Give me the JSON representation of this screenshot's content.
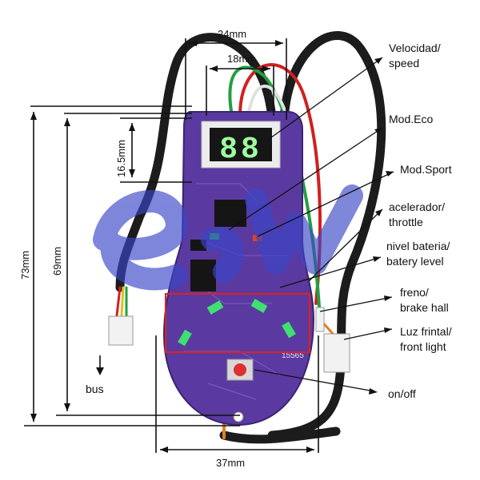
{
  "dimensions": {
    "width_24": "24mm",
    "width_18": "18mm",
    "height_16_5": "16.5mm",
    "height_73": "73mm",
    "height_69": "69mm",
    "width_37": "37mm"
  },
  "callouts": {
    "speed_line1": "Velocidad/",
    "speed_line2": "speed",
    "eco": "Mod.Eco",
    "sport": "Mod.Sport",
    "throttle_line1": "acelerador/",
    "throttle_line2": "throttle",
    "battery_line1": "nivel bateria/",
    "battery_line2": "batery level",
    "brake_line1": "freno/",
    "brake_line2": "brake hall",
    "light_line1": "Luz frintal/",
    "light_line2": "front light",
    "onoff": "on/off",
    "bus": "bus"
  },
  "board": {
    "display_digits": "88",
    "serial": "15565"
  },
  "colors": {
    "pcb": "#5a3aa0",
    "pcb_dark": "#3a2470",
    "display_green": "#9eff9e",
    "highlight_box": "#e02020",
    "watermark": "#3a46c8",
    "cable": "#1c1c1c"
  }
}
